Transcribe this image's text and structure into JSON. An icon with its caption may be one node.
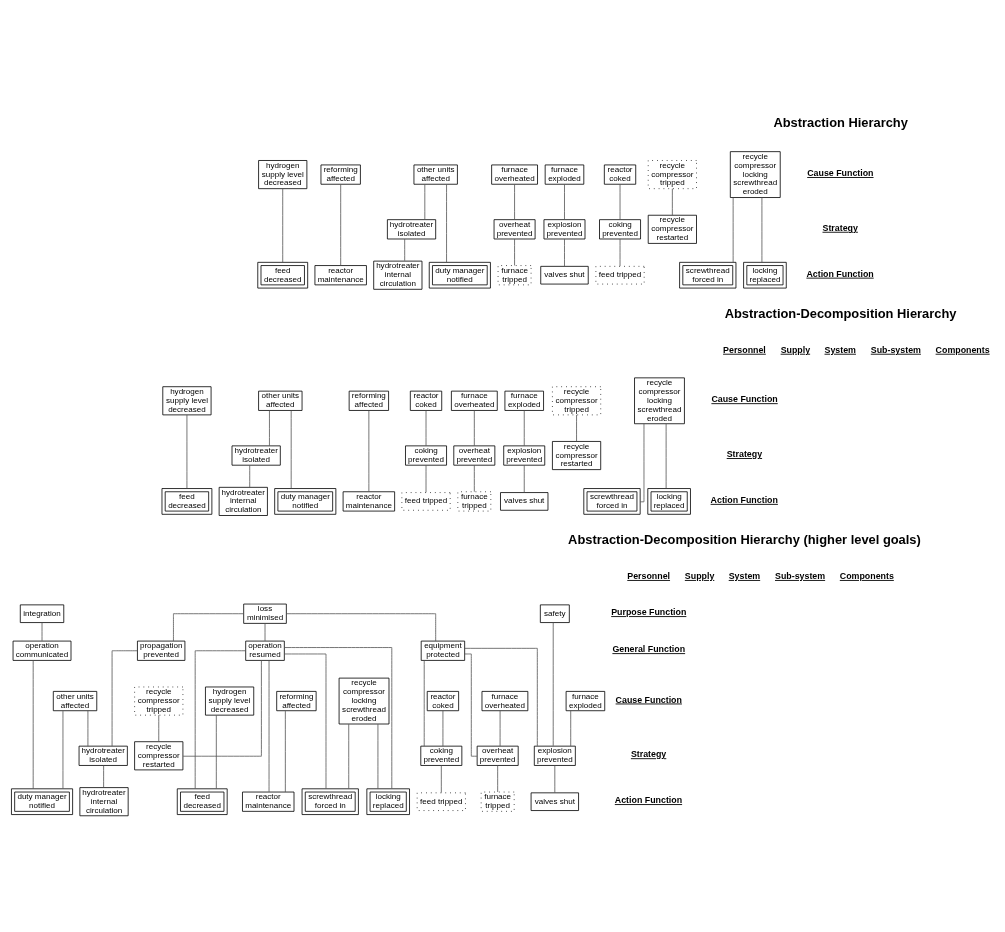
{
  "diagram": {
    "nodes": [
      {
        "text": [
          "hydrogen supply level decreased"
        ]
      },
      {
        "text": [
          "reforming affected"
        ]
      },
      {
        "text": [
          "other units affected"
        ]
      },
      {
        "text": [
          "furnace overheated"
        ]
      },
      {
        "text": [
          "furnace exploded"
        ]
      },
      {
        "text": [
          "reactor coked"
        ]
      },
      {
        "text": [
          "recycle compressor tripped"
        ]
      },
      {
        "text": [
          "recycle compressor locking screwthread eroded"
        ]
      },
      {
        "text": [
          "hydrotreater isolated"
        ]
      },
      {
        "text": [
          "overheat prevented"
        ]
      },
      {
        "text": [
          "explosion prevented"
        ]
      },
      {
        "text": [
          "coking prevented"
        ]
      },
      {
        "text": [
          "recycle compressor restarted"
        ]
      },
      {
        "text": [
          "feed decreased"
        ]
      },
      {
        "text": [
          "reactor maintenance"
        ]
      },
      {
        "text": [
          "hydrotreater internal circulation"
        ]
      },
      {
        "text": [
          "duty manager notified"
        ]
      },
      {
        "text": [
          "furnace tripped"
        ]
      },
      {
        "text": [
          "valves shut"
        ]
      },
      {
        "text": [
          "feed tripped"
        ]
      },
      {
        "text": [
          "screwthread forced in"
        ]
      },
      {
        "text": [
          "locking replaced"
        ]
      },
      {
        "text": [
          "hydrogen supply level decreased"
        ]
      },
      {
        "text": [
          "other units affected"
        ]
      },
      {
        "text": [
          "reforming affected"
        ]
      },
      {
        "text": [
          "reactor coked"
        ]
      },
      {
        "text": [
          "furnace overheated"
        ]
      },
      {
        "text": [
          "furnace exploded"
        ]
      },
      {
        "text": [
          "recycle compressor tripped"
        ]
      },
      {
        "text": [
          "recycle compressor locking screwthread eroded"
        ]
      },
      {
        "text": [
          "hydrotreater isolated"
        ]
      },
      {
        "text": [
          "coking prevented"
        ]
      },
      {
        "text": [
          "overheat prevented"
        ]
      },
      {
        "text": [
          "explosion prevented"
        ]
      },
      {
        "text": [
          "recycle compressor restarted"
        ]
      },
      {
        "text": [
          "duty manager notified"
        ]
      },
      {
        "text": [
          "feed decreased"
        ]
      },
      {
        "text": [
          "feed tripped"
        ]
      },
      {
        "text": [
          "hydrotreater internal circulation"
        ]
      },
      {
        "text": [
          "reactor maintenance"
        ]
      },
      {
        "text": [
          "furnace tripped"
        ]
      },
      {
        "text": [
          "valves shut"
        ]
      },
      {
        "text": [
          "screwthread forced in"
        ]
      },
      {
        "text": [
          "locking replaced"
        ]
      },
      {
        "text": [
          "integration"
        ]
      },
      {
        "text": [
          "loss minimised"
        ]
      },
      {
        "text": [
          "safety"
        ]
      },
      {
        "text": [
          "operation communicated"
        ]
      },
      {
        "text": [
          "propagation prevented"
        ]
      },
      {
        "text": [
          "operation resumed"
        ]
      },
      {
        "text": [
          "equipment protected"
        ]
      },
      {
        "text": [
          "hydrogen supply level decreased"
        ]
      },
      {
        "text": [
          "other units affected"
        ]
      },
      {
        "text": [
          "reforming affected"
        ]
      },
      {
        "text": [
          "reactor coked"
        ]
      },
      {
        "text": [
          "furnace overheated"
        ]
      },
      {
        "text": [
          "furnace exploded"
        ]
      },
      {
        "text": [
          "recycle compressor tripped"
        ]
      },
      {
        "text": [
          "recycle compressor locking screwthread eroded"
        ]
      },
      {
        "text": [
          "hydrotreater isolated"
        ]
      },
      {
        "text": [
          "coking prevented"
        ]
      },
      {
        "text": [
          "overheat prevented"
        ]
      },
      {
        "text": [
          "explosion prevented"
        ]
      },
      {
        "text": [
          "recycle compressor restarted"
        ]
      },
      {
        "text": [
          "duty manager notified"
        ]
      },
      {
        "text": [
          "feed decreased"
        ]
      },
      {
        "text": [
          "feed tripped"
        ]
      },
      {
        "text": [
          "hydrotreater internal circulation"
        ]
      },
      {
        "text": [
          "reactor maintenance"
        ]
      },
      {
        "text": [
          "furnace tripped"
        ]
      },
      {
        "text": [
          "valves shut"
        ]
      },
      {
        "text": [
          "screwthread forced in"
        ]
      },
      {
        "text": [
          "locking replaced"
        ]
      }
    ],
    "edges": [
      {
        "from": 0,
        "to": 13,
        "arrow": "none"
      },
      {
        "from": 1,
        "to": 14,
        "arrow": "none"
      },
      {
        "from": 2,
        "to": 8,
        "arrow": "none"
      },
      {
        "from": 2,
        "to": 16,
        "arrow": "none"
      },
      {
        "from": 8,
        "to": 15,
        "arrow": "none"
      },
      {
        "from": 3,
        "to": 9,
        "arrow": "none"
      },
      {
        "from": 9,
        "to": 17,
        "arrow": "none"
      },
      {
        "from": 4,
        "to": 10,
        "arrow": "none"
      },
      {
        "from": 10,
        "to": 18,
        "arrow": "none"
      },
      {
        "from": 5,
        "to": 11,
        "arrow": "none"
      },
      {
        "from": 11,
        "to": 19,
        "arrow": "none"
      },
      {
        "from": 6,
        "to": 12,
        "arrow": "none"
      },
      {
        "from": 7,
        "to": 20,
        "arrow": "none"
      },
      {
        "from": 7,
        "to": 21,
        "arrow": "none"
      },
      {
        "from": 22,
        "to": 36,
        "arrow": "none"
      },
      {
        "from": 23,
        "to": 30,
        "arrow": "none"
      },
      {
        "from": 23,
        "to": 35,
        "arrow": "none"
      },
      {
        "from": 24,
        "to": 39,
        "arrow": "none"
      },
      {
        "from": 30,
        "to": 38,
        "arrow": "none"
      },
      {
        "from": 25,
        "to": 31,
        "arrow": "none"
      },
      {
        "from": 31,
        "to": 37,
        "arrow": "none"
      },
      {
        "from": 26,
        "to": 32,
        "arrow": "none"
      },
      {
        "from": 32,
        "to": 40,
        "arrow": "none"
      },
      {
        "from": 27,
        "to": 33,
        "arrow": "none"
      },
      {
        "from": 33,
        "to": 41,
        "arrow": "none"
      },
      {
        "from": 28,
        "to": 34,
        "arrow": "none"
      },
      {
        "from": 29,
        "to": 42,
        "arrow": "none"
      },
      {
        "from": 29,
        "to": 43,
        "arrow": "none"
      },
      {
        "from": 44,
        "to": 47,
        "arrow": "none"
      },
      {
        "from": 47,
        "to": 64,
        "arrow": "none"
      },
      {
        "from": 45,
        "to": 48,
        "arrow": "none"
      },
      {
        "from": 45,
        "to": 49,
        "arrow": "none"
      },
      {
        "from": 45,
        "to": 50,
        "arrow": "none"
      },
      {
        "from": 46,
        "to": 62,
        "arrow": "none"
      },
      {
        "from": 48,
        "to": 59,
        "arrow": "none"
      },
      {
        "from": 49,
        "to": 65,
        "arrow": "none"
      },
      {
        "from": 49,
        "to": 68,
        "arrow": "none"
      },
      {
        "from": 49,
        "to": 63,
        "arrow": "none"
      },
      {
        "from": 49,
        "to": 71,
        "arrow": "none"
      },
      {
        "from": 49,
        "to": 72,
        "arrow": "none"
      },
      {
        "from": 50,
        "to": 60,
        "arrow": "none"
      },
      {
        "from": 50,
        "to": 61,
        "arrow": "none"
      },
      {
        "from": 50,
        "to": 62,
        "arrow": "none"
      },
      {
        "from": 51,
        "to": 65,
        "arrow": "none"
      },
      {
        "from": 52,
        "to": 59,
        "arrow": "none"
      },
      {
        "from": 52,
        "to": 64,
        "arrow": "none"
      },
      {
        "from": 53,
        "to": 68,
        "arrow": "none"
      },
      {
        "from": 59,
        "to": 67,
        "arrow": "none"
      },
      {
        "from": 54,
        "to": 60,
        "arrow": "none"
      },
      {
        "from": 60,
        "to": 66,
        "arrow": "none"
      },
      {
        "from": 55,
        "to": 61,
        "arrow": "none"
      },
      {
        "from": 61,
        "to": 69,
        "arrow": "none"
      },
      {
        "from": 56,
        "to": 62,
        "arrow": "none"
      },
      {
        "from": 62,
        "to": 70,
        "arrow": "none"
      },
      {
        "from": 57,
        "to": 63,
        "arrow": "none"
      },
      {
        "from": 58,
        "to": 71,
        "arrow": "none"
      },
      {
        "from": 58,
        "to": 72,
        "arrow": "none"
      }
    ],
    "labels": [
      "Abstraction Hierarchy",
      "Cause Function",
      "Strategy",
      "Action Function",
      "Abstraction-Decomposition Hierarchy",
      "Personnel",
      "Supply",
      "System",
      "Sub-system",
      "Components",
      "Cause Function",
      "Strategy",
      "Action Function",
      "Abstraction-Decomposition Hierarchy (higher level goals)",
      "Personnel",
      "Supply",
      "System",
      "Sub-system",
      "Components",
      "Purpose Function",
      "General Function",
      "Cause Function",
      "Strategy",
      "Action Function"
    ]
  }
}
